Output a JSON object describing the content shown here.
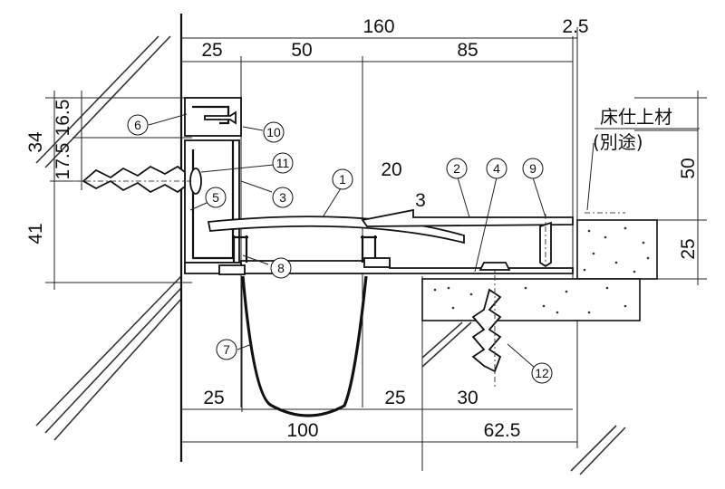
{
  "dimensions": {
    "top_total": "160",
    "top_25": "25",
    "top_50": "50",
    "top_85": "85",
    "top_2_5": "2.5",
    "left_34": "34",
    "left_16_5": "16.5",
    "left_17_5": "17.5",
    "left_41": "41",
    "right_50": "50",
    "right_25": "25",
    "mid_20": "20",
    "mid_3": "3",
    "bot_25a": "25",
    "bot_25b": "25",
    "bot_30": "30",
    "bot_100": "100",
    "bot_62_5": "62.5"
  },
  "note": {
    "line1": "床仕上材",
    "line2": "(別途)"
  },
  "callouts": [
    "1",
    "2",
    "3",
    "4",
    "5",
    "6",
    "7",
    "8",
    "9",
    "10",
    "11",
    "12"
  ]
}
